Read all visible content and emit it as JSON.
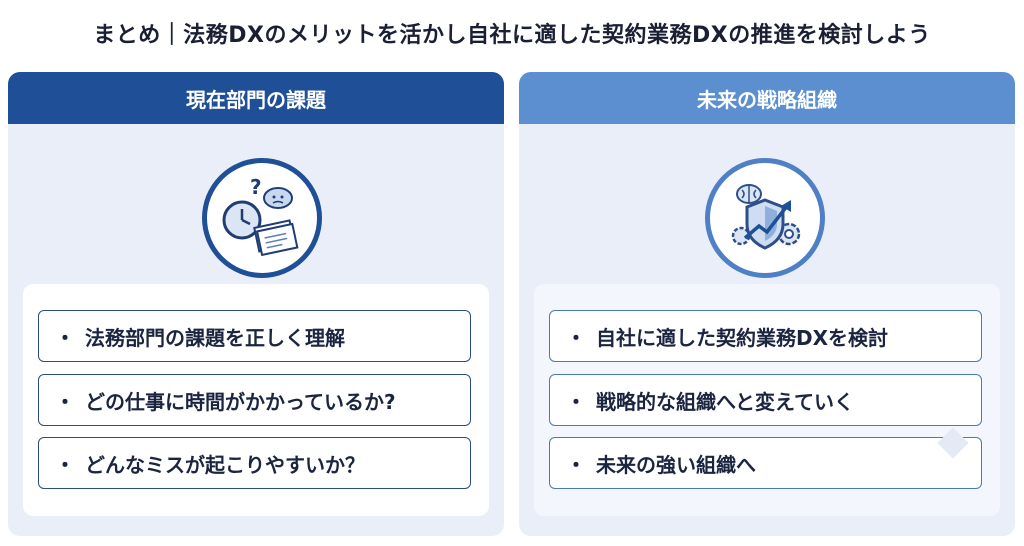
{
  "title": "まとめ｜法務DXのメリットを活かし自社に適した契約業務DXの推進を検討しよう",
  "left_panel": {
    "header": "現在部門の課題",
    "icon": "clock-documents-question-icon",
    "items": [
      {
        "bullet": "・",
        "text": "法務部門の課題を正しく理解"
      },
      {
        "bullet": "・",
        "text": "どの仕事に時間がかかっているか?"
      },
      {
        "bullet": "・",
        "text": "どんなミスが起こりやすいか？"
      }
    ]
  },
  "right_panel": {
    "header": "未来の戦略組織",
    "icon": "brain-shield-growth-icon",
    "items": [
      {
        "bullet": "・",
        "text": "自社に適した契約業務DXを検討"
      },
      {
        "bullet": "・",
        "text": "戦略的な組織へと変えていく"
      },
      {
        "bullet": "・",
        "text": "未来の強い組織へ"
      }
    ]
  },
  "colors": {
    "primary_dark": "#1f4f96",
    "primary_light": "#5b8fd0",
    "panel_bg": "#e9eef8"
  }
}
